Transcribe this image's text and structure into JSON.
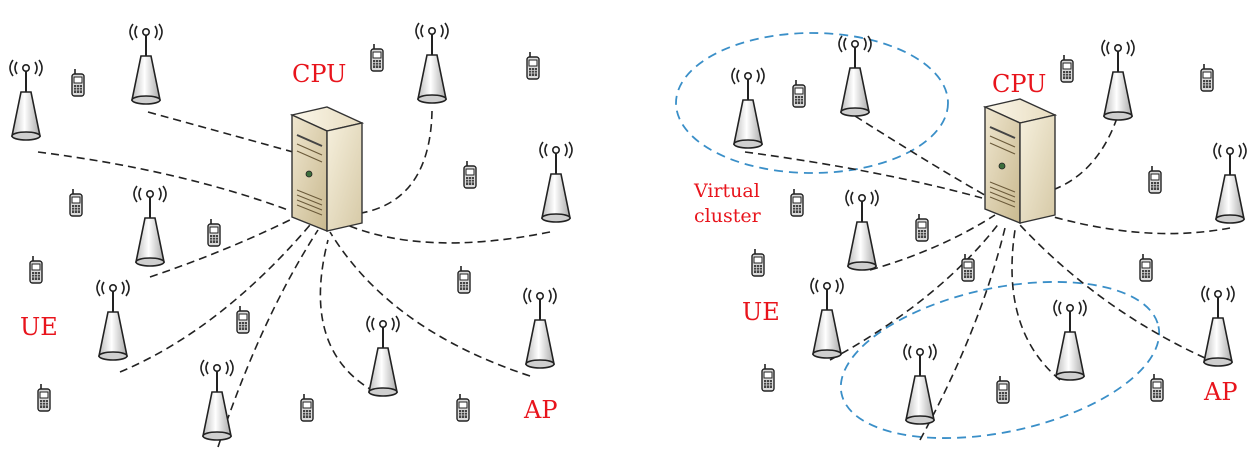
{
  "panel_left": {
    "cpu_label": "CPU",
    "ue_label": "UE",
    "ap_label": "AP"
  },
  "panel_right": {
    "cpu_label": "CPU",
    "ue_label": "UE",
    "ap_label": "AP",
    "cluster_label_line1": "Virtual",
    "cluster_label_line2": "cluster"
  },
  "colors": {
    "label": "#e8141c",
    "cluster_outline": "#3a8fc8",
    "link": "#222222"
  },
  "icons": [
    "server-icon",
    "antenna-icon",
    "phone-icon"
  ]
}
